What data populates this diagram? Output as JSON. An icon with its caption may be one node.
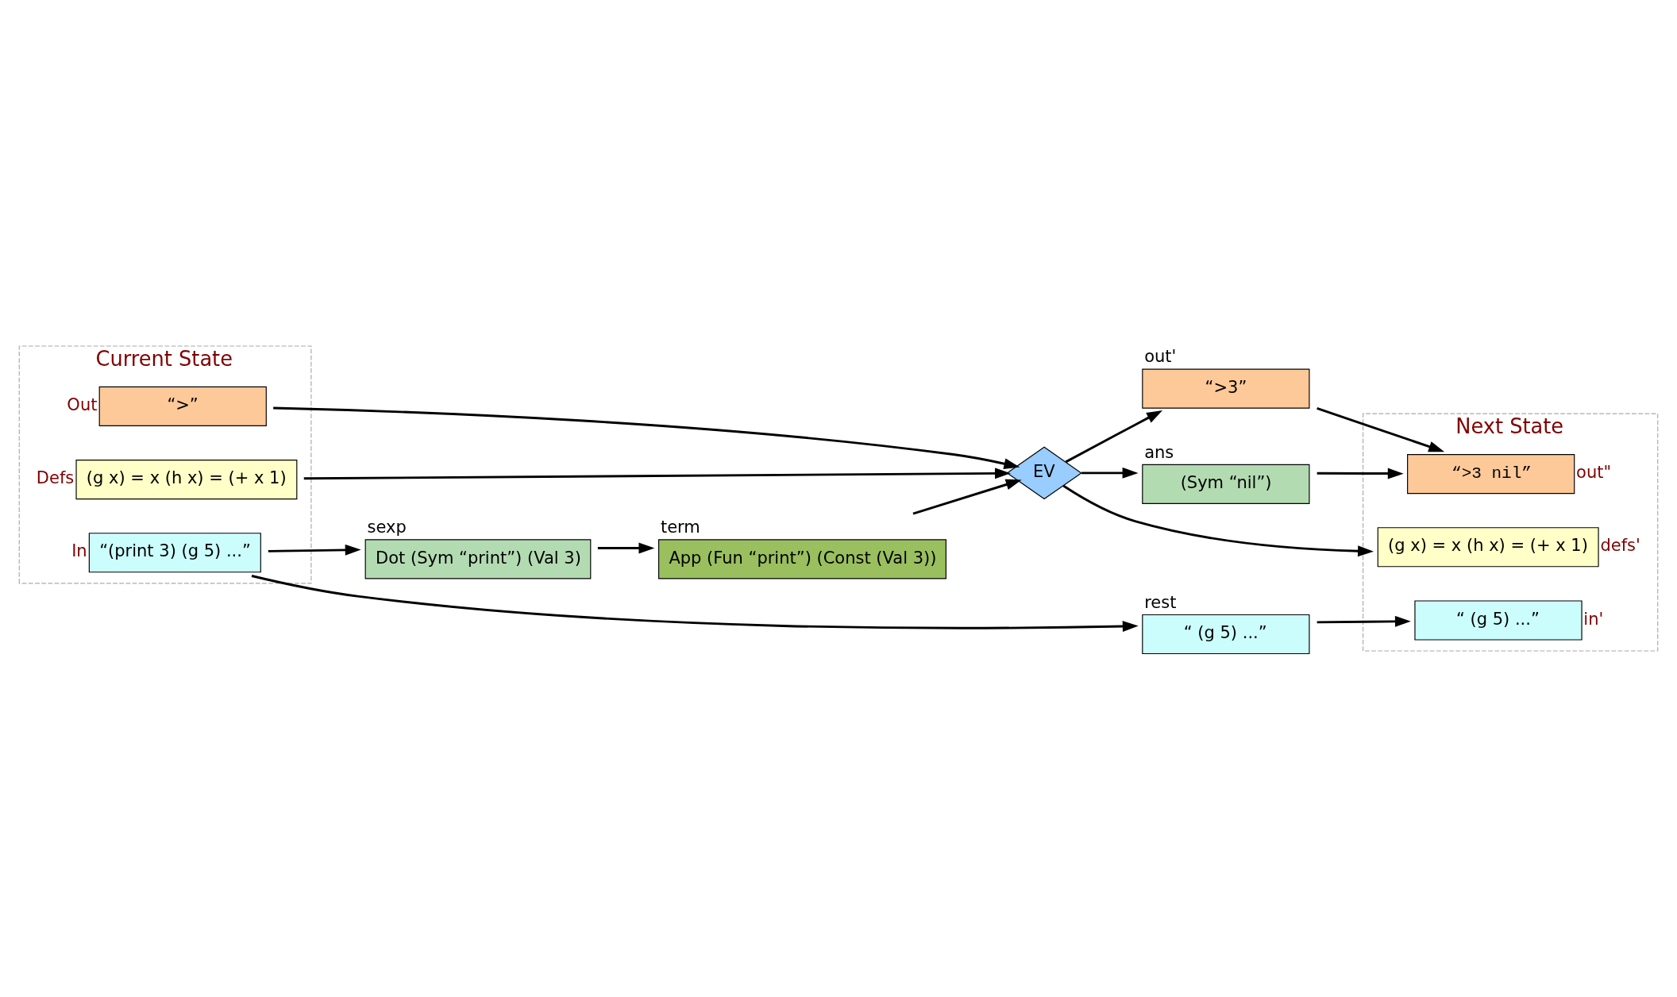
{
  "diagram": {
    "nodes": [
      {
        "text": [
          "Current State"
        ]
      },
      {
        "text": [
          "“>”"
        ],
        "in": 0,
        "beside": [
          "Out"
        ]
      },
      {
        "text": [
          "(g x) = x (h x) = (+ x 1)"
        ],
        "in": 0,
        "beside": [
          "Defs"
        ]
      },
      {
        "text": [
          "“(print 3) (g 5) ...”"
        ],
        "in": 0,
        "beside": [
          "In"
        ]
      },
      {
        "text": [
          "EV"
        ]
      },
      {
        "text": [
          "“>3”"
        ],
        "beside": [
          "out'"
        ]
      },
      {
        "text": [
          "(Sym “nil”)"
        ],
        "beside": [
          "ans"
        ]
      },
      {
        "text": [
          "Next State"
        ]
      },
      {
        "text": [
          "“>3 nil”"
        ],
        "in": 7,
        "beside": [
          "out\""
        ]
      },
      {
        "text": [
          "(g x) = x (h x) = (+ x 1)"
        ],
        "in": 7,
        "beside": [
          "defs'"
        ]
      },
      {
        "text": [
          "“ (g 5) ...”"
        ],
        "in": 7,
        "beside": [
          "in'"
        ]
      },
      {
        "text": [
          "App (Fun “print”) (Const (Val 3))"
        ],
        "beside": [
          "term"
        ]
      },
      {
        "text": [
          "Dot (Sym “print”) (Val 3)"
        ],
        "beside": [
          "sexp"
        ]
      },
      {
        "text": [
          "“ (g 5) ...”"
        ],
        "beside": [
          "rest"
        ]
      }
    ],
    "edges": [
      {
        "from": 1,
        "to": 4,
        "arrow": "to"
      },
      {
        "from": 2,
        "to": 4,
        "arrow": "to"
      },
      {
        "from": 4,
        "to": 5,
        "arrow": "to"
      },
      {
        "from": 4,
        "to": 6,
        "arrow": "to"
      },
      {
        "from": 4,
        "to": 9,
        "arrow": "to"
      },
      {
        "from": 5,
        "to": 8,
        "arrow": "to"
      },
      {
        "from": 6,
        "to": 8,
        "arrow": "to"
      },
      {
        "from": 11,
        "to": 4,
        "arrow": "to"
      },
      {
        "from": 12,
        "to": 11,
        "arrow": "to"
      },
      {
        "from": 3,
        "to": 12,
        "arrow": "to"
      },
      {
        "from": 3,
        "to": 13,
        "arrow": "to"
      },
      {
        "from": 13,
        "to": 10,
        "arrow": "to"
      }
    ]
  }
}
